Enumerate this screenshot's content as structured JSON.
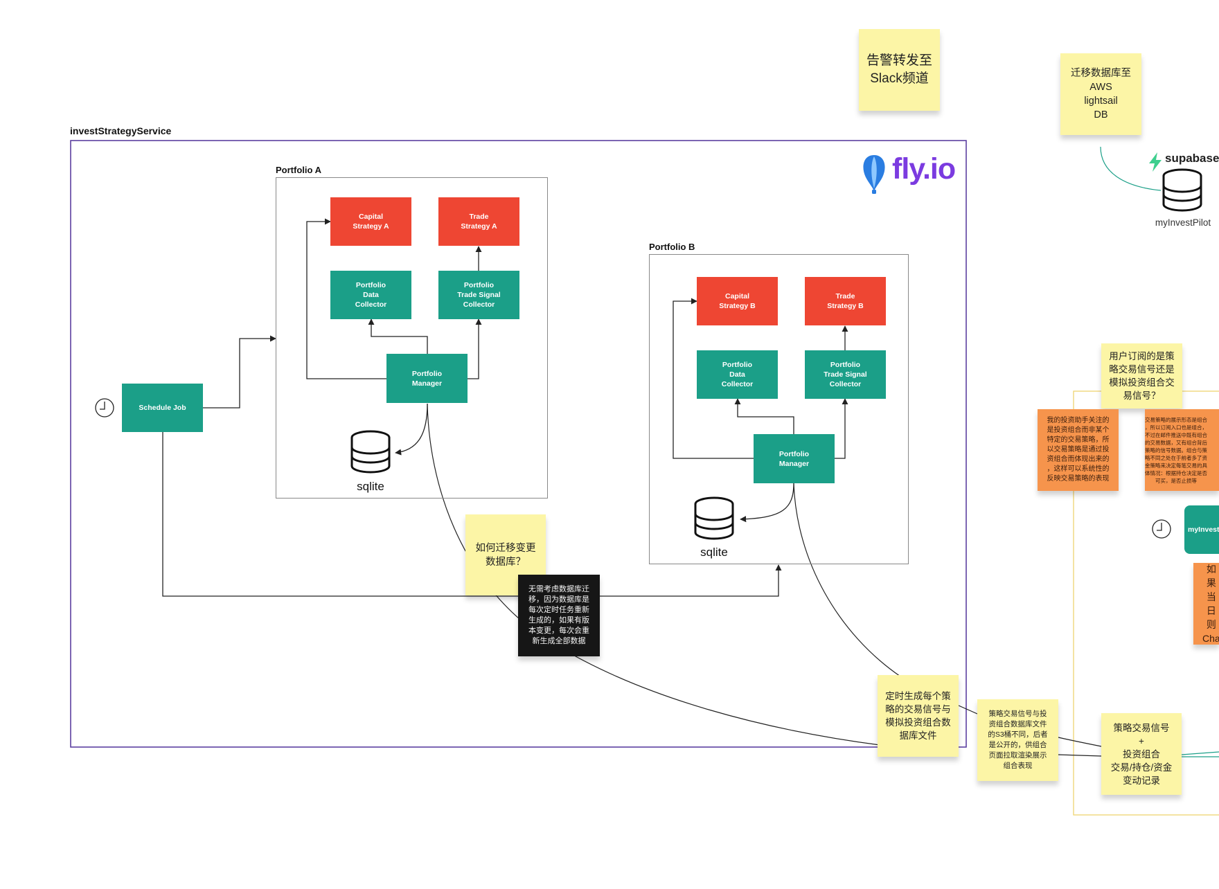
{
  "service": {
    "label": "investStrategyService",
    "frame_color": "#5b3fa0"
  },
  "logo": {
    "text": "fly.io",
    "color": "#7b3be0"
  },
  "portfolio_a": {
    "label": "Portfolio A",
    "capital": "Capital\nStrategy A",
    "trade": "Trade\nStrategy A",
    "data_collector": "Portfolio\nData\nCollector",
    "signal_collector": "Portfolio\nTrade Signal\nCollector",
    "manager": "Portfolio\nManager",
    "db_label": "sqlite"
  },
  "portfolio_b": {
    "label": "Portfolio B",
    "capital": "Capital\nStrategy B",
    "trade": "Trade\nStrategy B",
    "data_collector": "Portfolio\nData\nCollector",
    "signal_collector": "Portfolio\nTrade Signal\nCollector",
    "manager": "Portfolio\nManager",
    "db_label": "sqlite"
  },
  "schedule_job": "Schedule Job",
  "supabase": {
    "logo_text": "supabase",
    "db_label": "myInvestPilot",
    "accent": "#3ecf8e"
  },
  "right_box_label": "myInvest",
  "notes": {
    "slack": "告警转发至\nSlack频道",
    "migrate_db": "迁移数据库至\nAWS\nlightsail\nDB",
    "how_migrate": "如何迁移变更\n数据库？",
    "no_migrate": "无需考虑数据库迁\n移，因为数据库是\n每次定时任务重新\n生成的，如果有版\n本变更，每次会重\n新生成全部数据",
    "subscribe": "用户订阅的是策\n略交易信号还是\n模拟投资组合交\n易信号？",
    "orange_left": "我的投资助手关注的\n是投资组合而非某个\n特定的交易策略，所\n以交易策略是通过投\n资组合而体现出来的\n，这样可以系统性的\n反映交易策略的表现",
    "orange_right": "交易策略的展示形态是组合\n，所以订阅入口也是组合，\n不过在邮件推送中既有组合\n的交易数据，又有组合背后\n策略的信号数据。组合与策\n略不同之处在于前者多了资\n金策略来决定每笔交易的具\n体情况：根据持仓决定是否\n可买，是否止损等",
    "orange_bottom": "如果\n当日\n则\nCha",
    "generate_files": "定时生成每个策\n略的交易信号与\n模拟投资组合数\n据库文件",
    "s3_bucket": "策略交易信号与投\n资组合数据库文件\n的S3桶不同，后者\n是公开的，供组合\n页面拉取渲染展示\n组合表现",
    "signal_records": "策略交易信号\n+\n投资组合\n交易/持仓/资金\n变动记录"
  },
  "colors": {
    "red": "#ee4633",
    "teal": "#1b9f88",
    "sticky": "#fcf5a6",
    "orange": "#f6944c",
    "frame_gold": "#f0d77a"
  }
}
